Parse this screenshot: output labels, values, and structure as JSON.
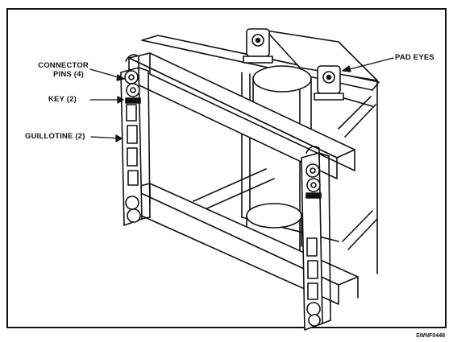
{
  "labels": {
    "connector_pins_line1": "CONNECTOR",
    "connector_pins_line2": "PINS (4)",
    "key": "KEY (2)",
    "guillotine": "GUILLOTINE (2)",
    "pad_eyes": "PAD EYES"
  },
  "figure_code": "SWNF0448",
  "colors": {
    "ink": "#111111",
    "paper": "#ffffff"
  }
}
